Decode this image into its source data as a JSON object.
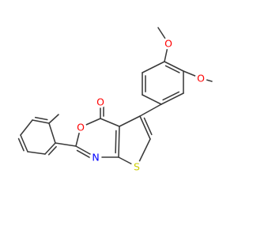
{
  "structure": {
    "colors": {
      "bond": "#3a3a3a",
      "oxygen": "#ff0000",
      "nitrogen": "#0000ff",
      "sulfur": "#cccc00",
      "background": "#ffffff"
    },
    "atoms": [
      {
        "key": "o_top",
        "label": "O",
        "element": "oxygen"
      },
      {
        "key": "o_right",
        "label": "O",
        "element": "oxygen"
      },
      {
        "key": "o_carbonyl",
        "label": "O",
        "element": "oxygen"
      },
      {
        "key": "o_ring",
        "label": "O",
        "element": "oxygen"
      },
      {
        "key": "n_ring",
        "label": "N",
        "element": "nitrogen"
      },
      {
        "key": "s_ring",
        "label": "S",
        "element": "sulfur"
      }
    ]
  }
}
